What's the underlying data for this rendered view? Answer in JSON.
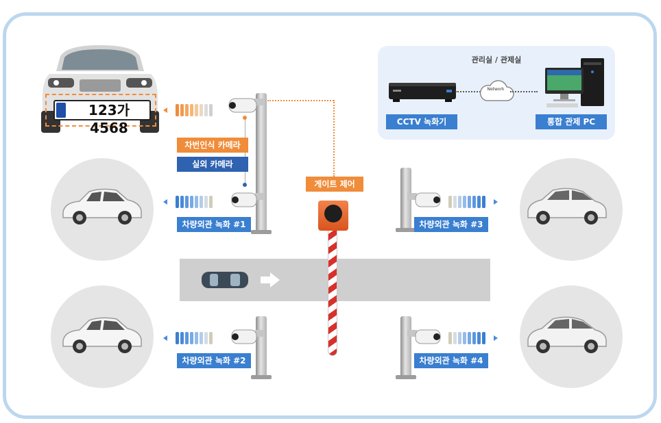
{
  "control_room": {
    "title": "관리실 / 관제실",
    "network": "Network",
    "recorder": "CCTV 녹화기",
    "pc": "통합 관제 PC"
  },
  "plate": "123가 4568",
  "labels": {
    "lpr_camera": "차번인식 카메라",
    "outdoor_camera": "실외 카메라",
    "gate_control": "게이트 제어",
    "rec1": "차량외관 녹화 #1",
    "rec2": "차량외관 녹화 #2",
    "rec3": "차량외관 녹화 #3",
    "rec4": "차량외관 녹화 #4"
  },
  "colors": {
    "frame": "#bcd7ef",
    "label_blue": "#3a7fd0",
    "label_orange": "#f08c3a",
    "label_navy": "#2f62b0",
    "control_bg": "#e8f1fb",
    "road": "#cfcfcf"
  },
  "icons": {
    "camera": "bullet-camera-icon",
    "car": "car-icon",
    "gate": "barrier-gate-icon",
    "recorder": "dvr-icon",
    "pc": "desktop-pc-icon",
    "cloud": "cloud-icon",
    "arrow": "right-arrow-icon"
  }
}
